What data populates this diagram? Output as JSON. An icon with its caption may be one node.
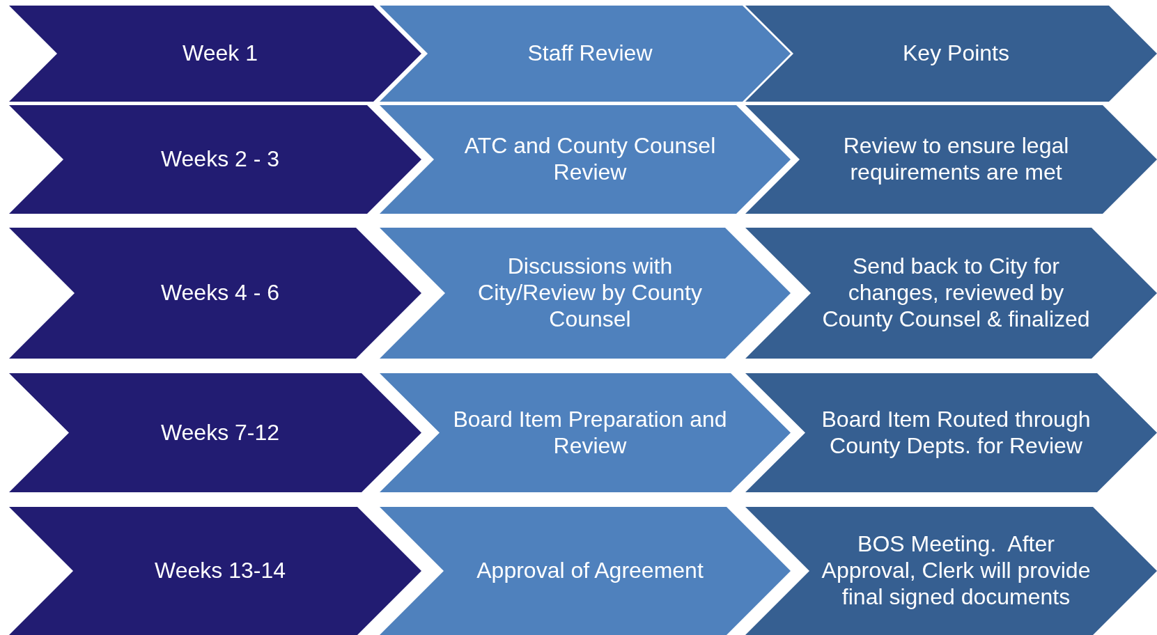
{
  "diagram": {
    "nodes": [
      {
        "text": [
          "Week 1"
        ]
      },
      {
        "text": [
          "Staff Review"
        ]
      },
      {
        "text": [
          "Key Points"
        ]
      },
      {
        "text": [
          "Weeks 2 - 3"
        ]
      },
      {
        "text": [
          "ATC and County Counsel Review"
        ]
      },
      {
        "text": [
          "Review to ensure legal requirements are met"
        ]
      },
      {
        "text": [
          "Weeks 4 - 6"
        ]
      },
      {
        "text": [
          "Discussions with City/Review by County Counsel"
        ]
      },
      {
        "text": [
          "Send back to City for changes, reviewed by County Counsel & finalized"
        ]
      },
      {
        "text": [
          "Weeks 7-12"
        ]
      },
      {
        "text": [
          "Board Item Preparation and Review"
        ]
      },
      {
        "text": [
          "Board Item Routed through County Depts. for Review"
        ]
      },
      {
        "text": [
          "Weeks 13-14"
        ]
      },
      {
        "text": [
          "Approval of Agreement"
        ]
      },
      {
        "text": [
          "BOS Meeting.  After Approval, Clerk will provide final signed documents"
        ]
      }
    ]
  }
}
